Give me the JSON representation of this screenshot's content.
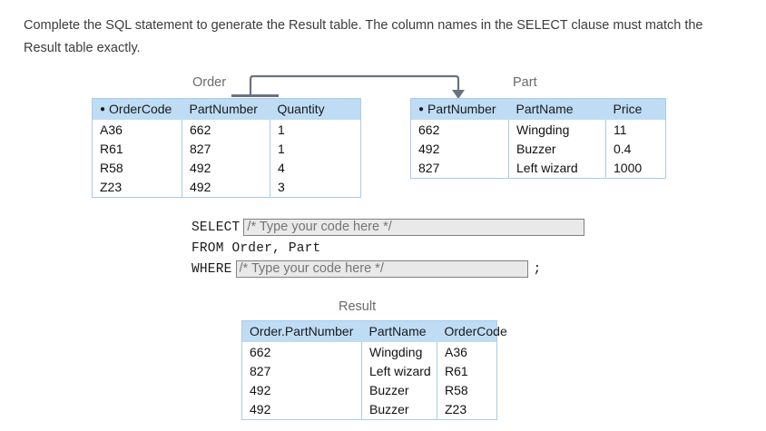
{
  "prompt": {
    "text": "Complete the SQL statement to generate the Result table. The column names in the SELECT clause must match the Result table exactly."
  },
  "theme": {
    "header_blue": "#bfdcf5",
    "border_blue": "#aacbea",
    "caption_gray": "#6a6a6a",
    "input_fill": "#e9e9e9",
    "input_border": "#808080",
    "arrow_gray": "#6b7280"
  },
  "tables": {
    "order": {
      "caption": "Order",
      "key_marker": "●",
      "columns": [
        "OrderCode",
        "PartNumber",
        "Quantity"
      ],
      "rows": [
        [
          "A36",
          "662",
          "1"
        ],
        [
          "R61",
          "827",
          "1"
        ],
        [
          "R58",
          "492",
          "4"
        ],
        [
          "Z23",
          "492",
          "3"
        ]
      ]
    },
    "part": {
      "caption": "Part",
      "key_marker": "●",
      "columns": [
        "PartNumber",
        "PartName",
        "Price"
      ],
      "rows": [
        [
          "662",
          "Wingding",
          "11"
        ],
        [
          "492",
          "Buzzer",
          "0.4"
        ],
        [
          "827",
          "Left wizard",
          "1000"
        ]
      ]
    },
    "result": {
      "caption": "Result",
      "columns": [
        "Order.PartNumber",
        "PartName",
        "OrderCode"
      ],
      "rows": [
        [
          "662",
          "Wingding",
          "A36"
        ],
        [
          "827",
          "Left wizard",
          "R61"
        ],
        [
          "492",
          "Buzzer",
          "R58"
        ],
        [
          "492",
          "Buzzer",
          "Z23"
        ]
      ]
    }
  },
  "sql": {
    "select_keyword": "SELECT",
    "select_value": "",
    "select_placeholder": "/* Type your code here */",
    "from_line": "FROM Order, Part",
    "where_keyword": "WHERE",
    "where_value": "",
    "where_placeholder": "/* Type your code here */",
    "terminator": ";"
  },
  "relationship": {
    "from": "Order.PartNumber",
    "to": "Part.PartNumber"
  }
}
